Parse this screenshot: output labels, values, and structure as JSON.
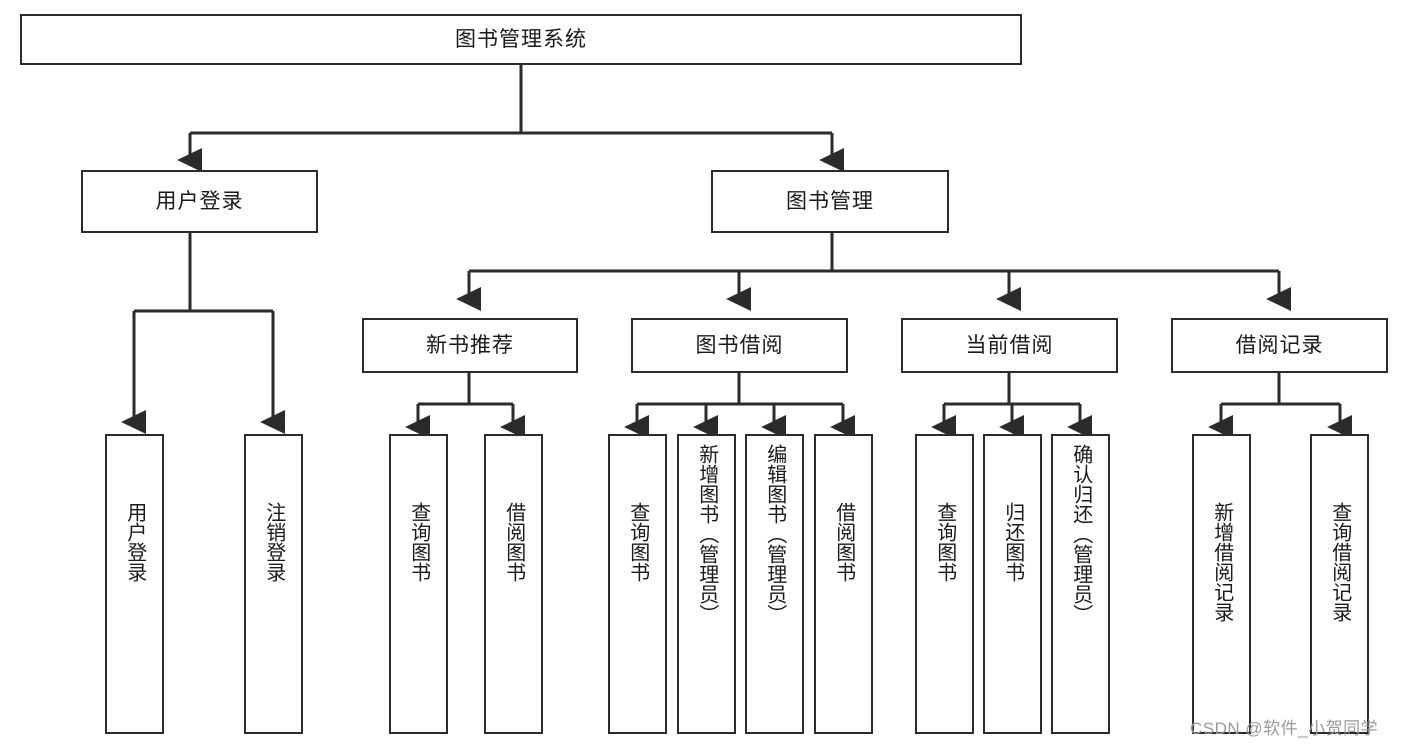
{
  "diagram": {
    "title": "图书管理系统",
    "type": "tree-hierarchy",
    "watermark": "CSDN @软件_小贺同学",
    "colors": {
      "border": "#2b2b2b",
      "background": "#ffffff",
      "text": "#1a1a1a",
      "watermark": "#9a9a9a"
    },
    "root": {
      "label": "图书管理系统"
    },
    "level2": [
      {
        "label": "用户登录"
      },
      {
        "label": "图书管理"
      }
    ],
    "level3": [
      {
        "label": "新书推荐"
      },
      {
        "label": "图书借阅"
      },
      {
        "label": "当前借阅"
      },
      {
        "label": "借阅记录"
      }
    ],
    "leaves": {
      "user_login": [
        {
          "label": "用户登录"
        },
        {
          "label": "注销登录"
        }
      ],
      "new_book_recommend": [
        {
          "label": "查询图书"
        },
        {
          "label": "借阅图书"
        }
      ],
      "book_borrow": [
        {
          "label": "查询图书"
        },
        {
          "label": "新增图书（管理员）"
        },
        {
          "label": "编辑图书（管理员）"
        },
        {
          "label": "借阅图书"
        }
      ],
      "current_borrow": [
        {
          "label": "查询图书"
        },
        {
          "label": "归还图书"
        },
        {
          "label": "确认归还（管理员）"
        }
      ],
      "borrow_record": [
        {
          "label": "新增借阅记录"
        },
        {
          "label": "查询借阅记录"
        }
      ]
    }
  }
}
